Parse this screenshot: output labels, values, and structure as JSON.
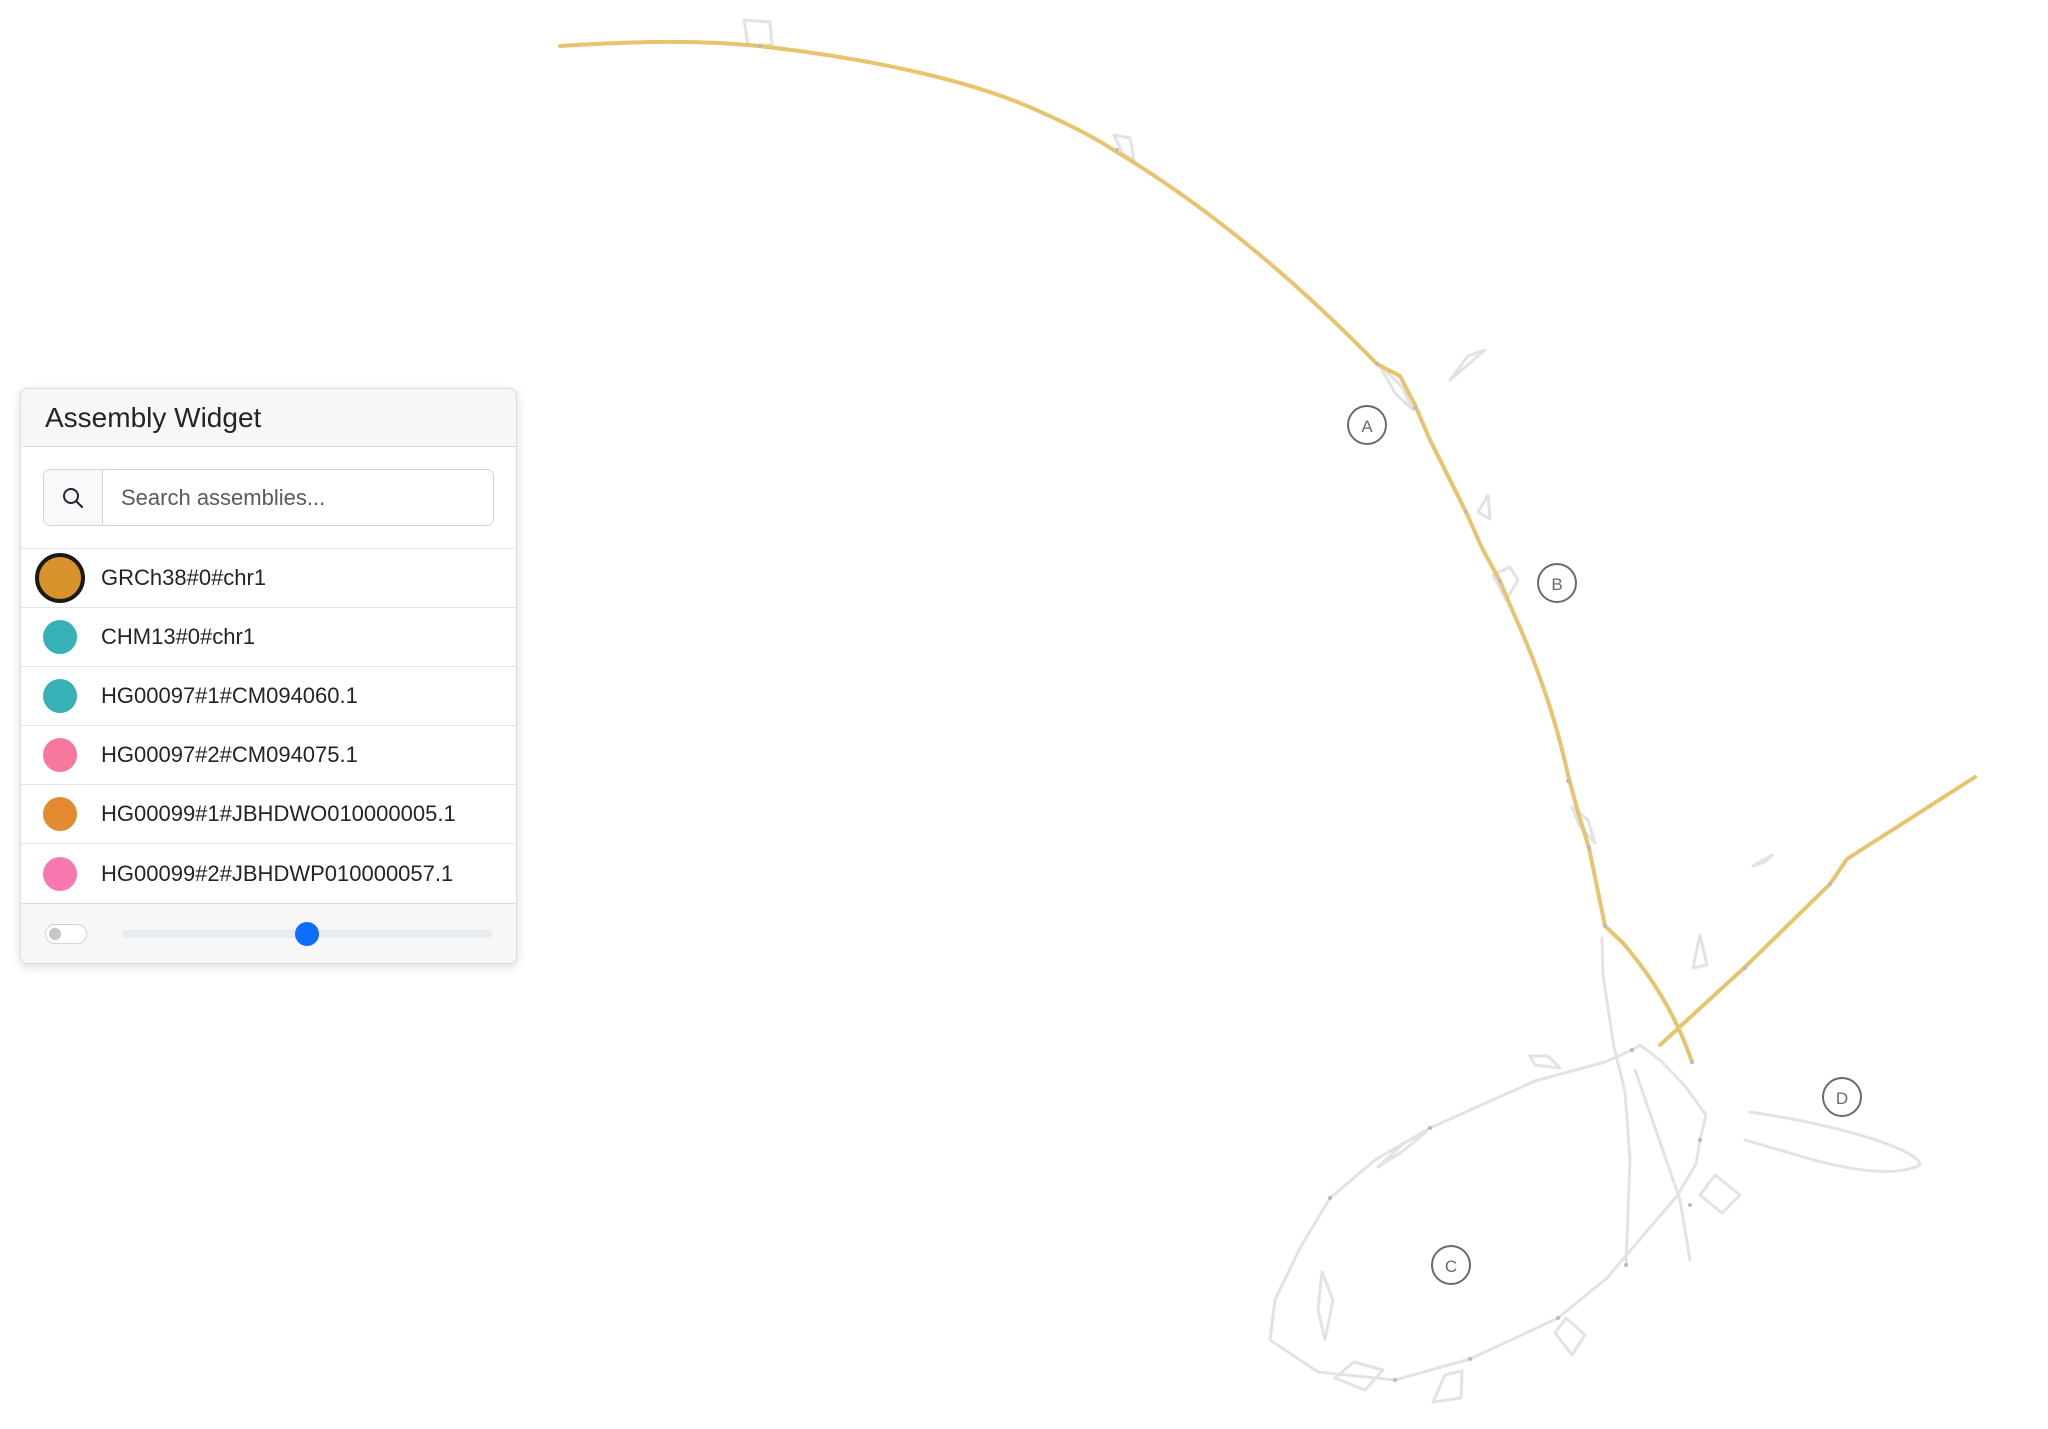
{
  "widget": {
    "title": "Assembly Widget",
    "search": {
      "placeholder": "Search assemblies...",
      "value": ""
    },
    "assemblies": [
      {
        "name": "GRCh38#0#chr1",
        "color": "#d8932c",
        "selected": true
      },
      {
        "name": "CHM13#0#chr1",
        "color": "#36b1b6",
        "selected": false
      },
      {
        "name": "HG00097#1#CM094060.1",
        "color": "#36b1b6",
        "selected": false
      },
      {
        "name": "HG00097#2#CM094075.1",
        "color": "#f7789c",
        "selected": false
      },
      {
        "name": "HG00099#1#JBHDWO010000005.1",
        "color": "#e48b31",
        "selected": false
      },
      {
        "name": "HG00099#2#JBHDWP010000057.1",
        "color": "#f779b0",
        "selected": false
      }
    ],
    "toggle": {
      "on": false
    },
    "slider": {
      "value": 0.5
    }
  },
  "graph": {
    "highlight_color": "#e8c46e",
    "base_color": "#e3e3e3",
    "labels": [
      "A",
      "B",
      "C",
      "D"
    ]
  }
}
